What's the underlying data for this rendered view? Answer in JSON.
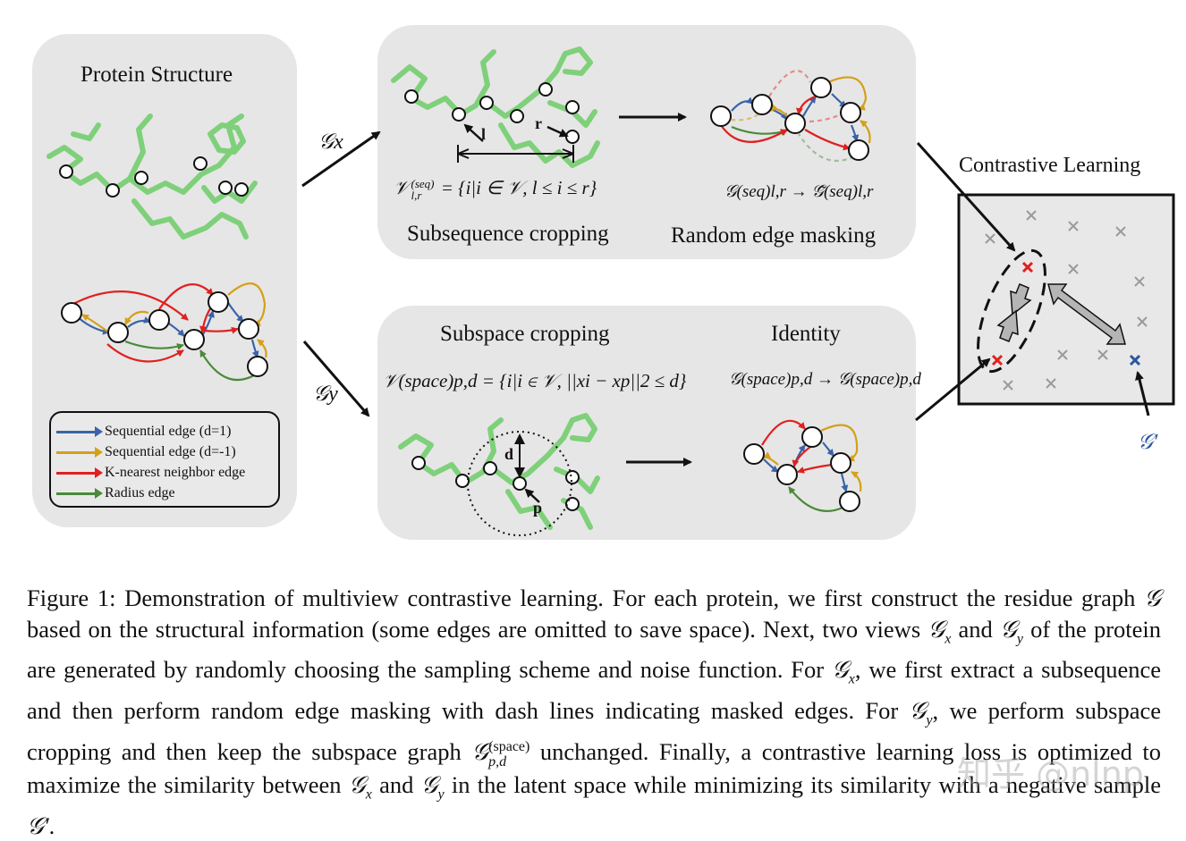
{
  "panels": {
    "protein_structure": {
      "title": "Protein Structure"
    },
    "subsequence": {
      "formula_left": "𝒱",
      "formula_sup": "(seq)",
      "formula_sub": "l,r",
      "formula_rest": " = {i|i ∈ 𝒱, l ≤ i ≤ r}",
      "label_l": "l",
      "label_r": "r",
      "title": "Subsequence cropping"
    },
    "edge_masking": {
      "formula": "𝒢(seq)l,r → 𝒢̃(seq)l,r",
      "title": "Random edge masking"
    },
    "subspace": {
      "title": "Subspace cropping",
      "formula": "𝒱(space)p,d = {i|i ∈ 𝒱, ||xi − xp||2 ≤ d}",
      "label_d": "d",
      "label_p": "p"
    },
    "identity": {
      "title": "Identity",
      "formula": "𝒢(space)p,d → 𝒢(space)p,d"
    },
    "contrastive": {
      "title": "Contrastive Learning",
      "negative_label": "𝒢′"
    }
  },
  "view_labels": {
    "gx": "𝒢x",
    "gy": "𝒢y"
  },
  "legend": {
    "items": [
      {
        "label": "Sequential edge (d=1)",
        "color": "#3a63a8"
      },
      {
        "label": "Sequential edge (d=-1)",
        "color": "#d4a017"
      },
      {
        "label": "K-nearest neighbor edge",
        "color": "#e02020"
      },
      {
        "label": "Radius edge",
        "color": "#4a8a3a"
      }
    ]
  },
  "caption": {
    "s1": "Figure 1: Demonstration of multiview contrastive learning. For each protein, we first construct the residue graph ",
    "g": "𝒢",
    "s2": " based on the structural information (some edges are omitted to save space). Next, two views ",
    "gx": "𝒢",
    "gx_sub": "x",
    "s3": " and ",
    "gy": "𝒢",
    "gy_sub": "y",
    "s4": " of the protein are generated by randomly choosing the sampling scheme and noise function. For ",
    "gx2": "𝒢",
    "gx2_sub": "x",
    "s5": ", we first extract a subsequence and then perform random edge masking with dash lines indicating masked edges. For ",
    "gy2": "𝒢",
    "gy2_sub": "y",
    "s6": ", we perform subspace cropping and then keep the subspace graph ",
    "gs": "𝒢",
    "gs_sup": "(space)",
    "gs_sub": "p,d",
    "s7": " unchanged. Finally, a contrastive learning loss is optimized to maximize the similarity between ",
    "gx3": "𝒢",
    "gx3_sub": "x",
    "s8": " and ",
    "gy3": "𝒢",
    "gy3_sub": "y",
    "s9": " in the latent space while minimizing its similarity with a negative sample ",
    "gneg": "𝒢′",
    "s10": "."
  },
  "watermark": "知乎 @nlnp",
  "colors": {
    "panel_bg": "#e6e6e6",
    "seq_d1": "#3a63a8",
    "seq_dm1": "#d4a017",
    "knn": "#e02020",
    "radius": "#4a8a3a",
    "stick_green": "#7fd07a",
    "negative_blue": "#2a55a0",
    "positive_red": "#e02020"
  },
  "icons": {
    "node": "circle-node",
    "cross": "x-mark",
    "arrow": "arrow-right"
  }
}
